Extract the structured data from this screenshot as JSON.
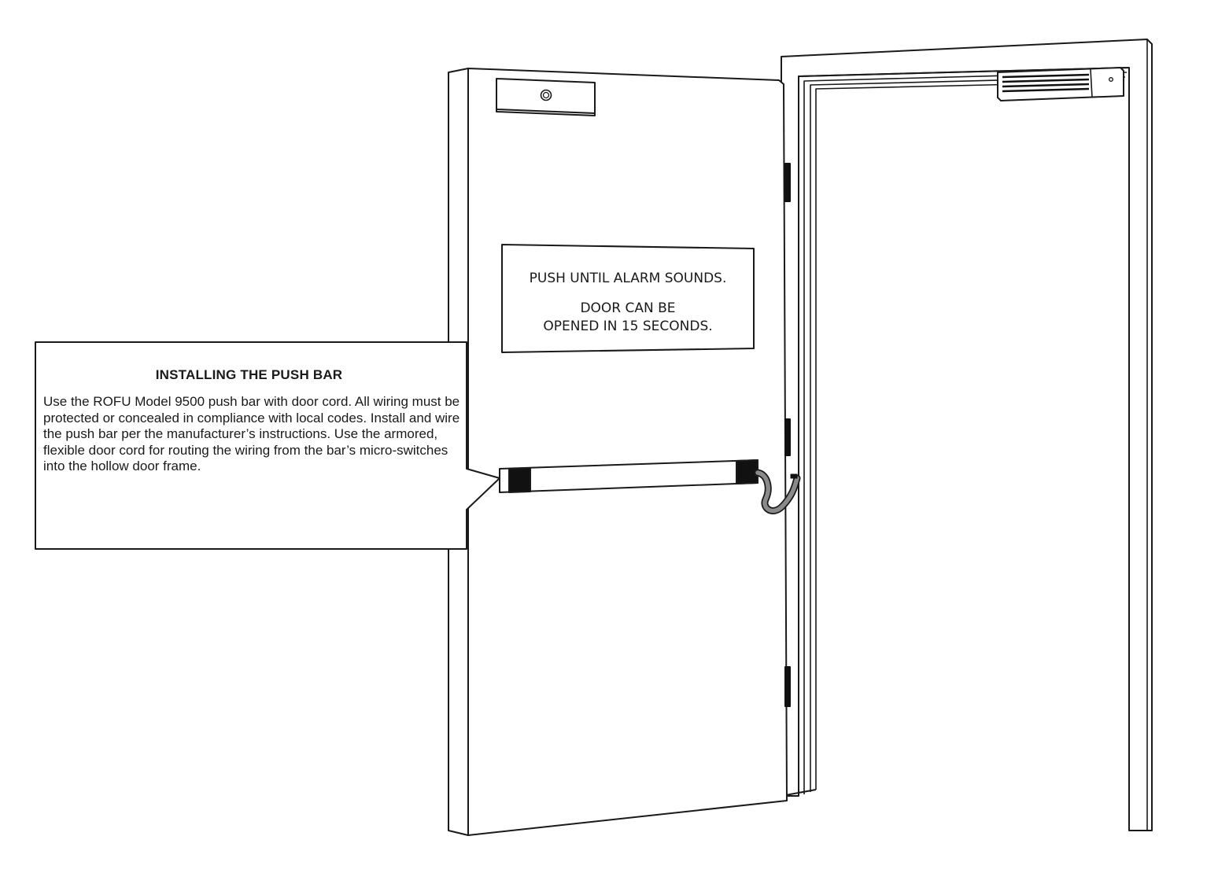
{
  "sign": {
    "line1": "PUSH UNTIL ALARM SOUNDS.",
    "line2": "DOOR CAN BE",
    "line3": "OPENED IN 15 SECONDS."
  },
  "callout": {
    "title": "INSTALLING THE PUSH BAR",
    "body": "Use the ROFU Model 9500 push bar with door cord. All wiring must be protected or concealed in compliance with local codes. Install and wire the push bar per the manufacturer’s instructions. Use the armored, flexible door cord for routing the wiring from the bar’s micro-switches into the hollow door frame."
  },
  "colors": {
    "stroke": "#1a1a1a",
    "fill": "#ffffff",
    "cord": "#8a8a8a",
    "cap": "#111111"
  }
}
